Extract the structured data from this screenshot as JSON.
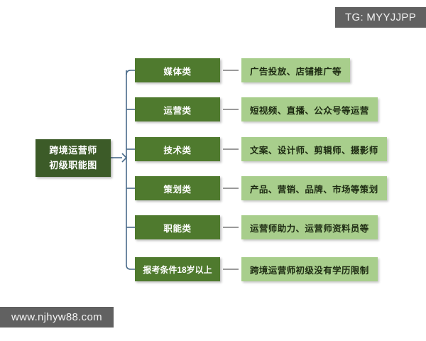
{
  "watermarks": {
    "top_right": "TG: MYYJJPP",
    "bottom_left": "www.njhyw88.com"
  },
  "colors": {
    "root_box": "#3C5B28",
    "category_box": "#4F7A2E",
    "description_box": "#A8CE8C",
    "connector_line": "#4A6B8A",
    "dash_line": "#9A9A9A",
    "watermark_bg": "#616161",
    "background": "#FFFFFF"
  },
  "diagram": {
    "type": "mind-map",
    "root": {
      "line1": "跨境运营师",
      "line2": "初级职能图"
    },
    "branches": [
      {
        "category": "媒体类",
        "description": "广告投放、店铺推广等"
      },
      {
        "category": "运营类",
        "description": "短视频、直播、公众号等运营"
      },
      {
        "category": "技术类",
        "description": "文案、设计师、剪辑师、摄影师"
      },
      {
        "category": "策划类",
        "description": "产品、营销、品牌、市场等策划"
      },
      {
        "category": "职能类",
        "description": "运营师助力、运营师资料员等"
      },
      {
        "category": "报考条件18岁以上",
        "description": "跨境运营师初级没有学历限制"
      }
    ]
  }
}
